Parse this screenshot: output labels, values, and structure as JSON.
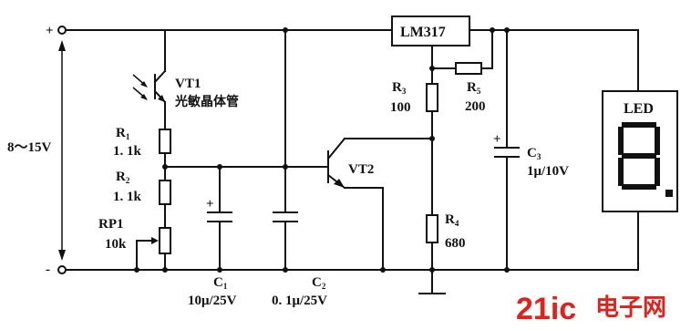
{
  "supply": {
    "plus": "+",
    "minus": "-",
    "voltage": "8～15V"
  },
  "regulator": {
    "name": "LM317"
  },
  "vt1": {
    "name": "VT1",
    "desc": "光敏晶体管"
  },
  "r1": {
    "ref": "R",
    "sub": "1",
    "value": "1. 1k"
  },
  "r2": {
    "ref": "R",
    "sub": "2",
    "value": "1. 1k"
  },
  "rp1": {
    "ref": "RP1",
    "value": "10k"
  },
  "c1": {
    "ref": "C",
    "sub": "1",
    "value": "10μ/25V"
  },
  "c2": {
    "ref": "C",
    "sub": "2",
    "value": "0. 1μ/25V"
  },
  "vt2": {
    "name": "VT2"
  },
  "r3": {
    "ref": "R",
    "sub": "3",
    "value": "100"
  },
  "r5": {
    "ref": "R",
    "sub": "5",
    "value": "200"
  },
  "r4": {
    "ref": "R",
    "sub": "4",
    "value": "680"
  },
  "c3": {
    "ref": "C",
    "sub": "3",
    "value": "1μ/10V"
  },
  "display": {
    "label": "LED"
  },
  "watermark": {
    "logo": "21ic",
    "cn": "电子网"
  }
}
